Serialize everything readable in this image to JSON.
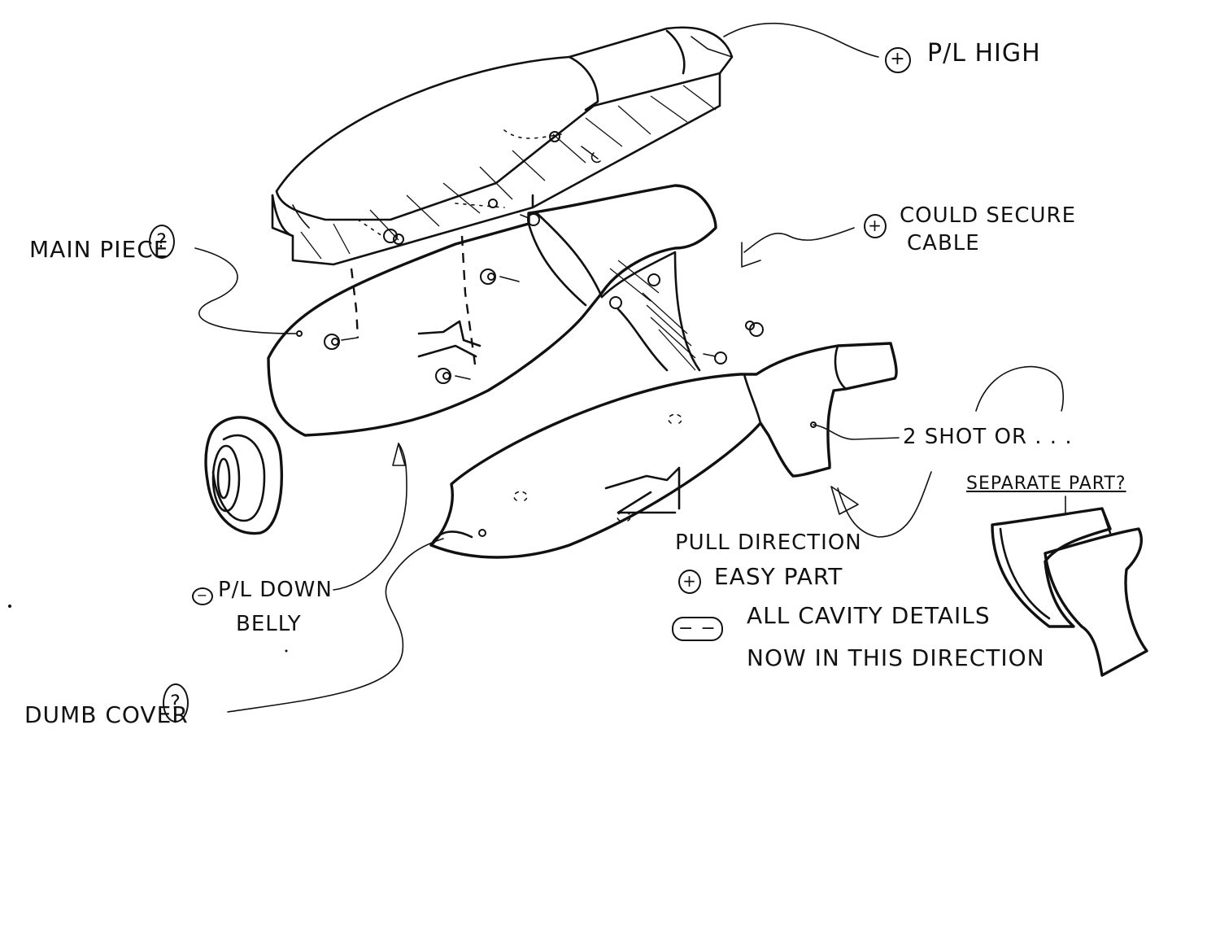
{
  "labels": {
    "pl_high": "P/L HIGH",
    "pl_high_sign": "+",
    "main_piece": "MAIN PIECE",
    "main_piece_mark": "?",
    "could_secure": "COULD SECURE",
    "could_secure_sign": "+",
    "cable": "CABLE",
    "two_shot": "2 SHOT  OR . . .",
    "separate_part": "SEPARATE PART?",
    "pull_direction": "PULL DIRECTION",
    "easy_part_sign": "+",
    "easy_part": "EASY PART",
    "cavity_signs": "− −",
    "all_cavity": "ALL CAVITY DETAILS",
    "now_in_this": "NOW IN THIS DIRECTION",
    "pl_down_sign": "−",
    "pl_down": "P/L DOWN",
    "belly": "BELLY",
    "dumb_cover": "DUMB COVER",
    "dumb_cover_mark": "?"
  },
  "colors": {
    "ink": "#111111",
    "paper": "#ffffff"
  }
}
